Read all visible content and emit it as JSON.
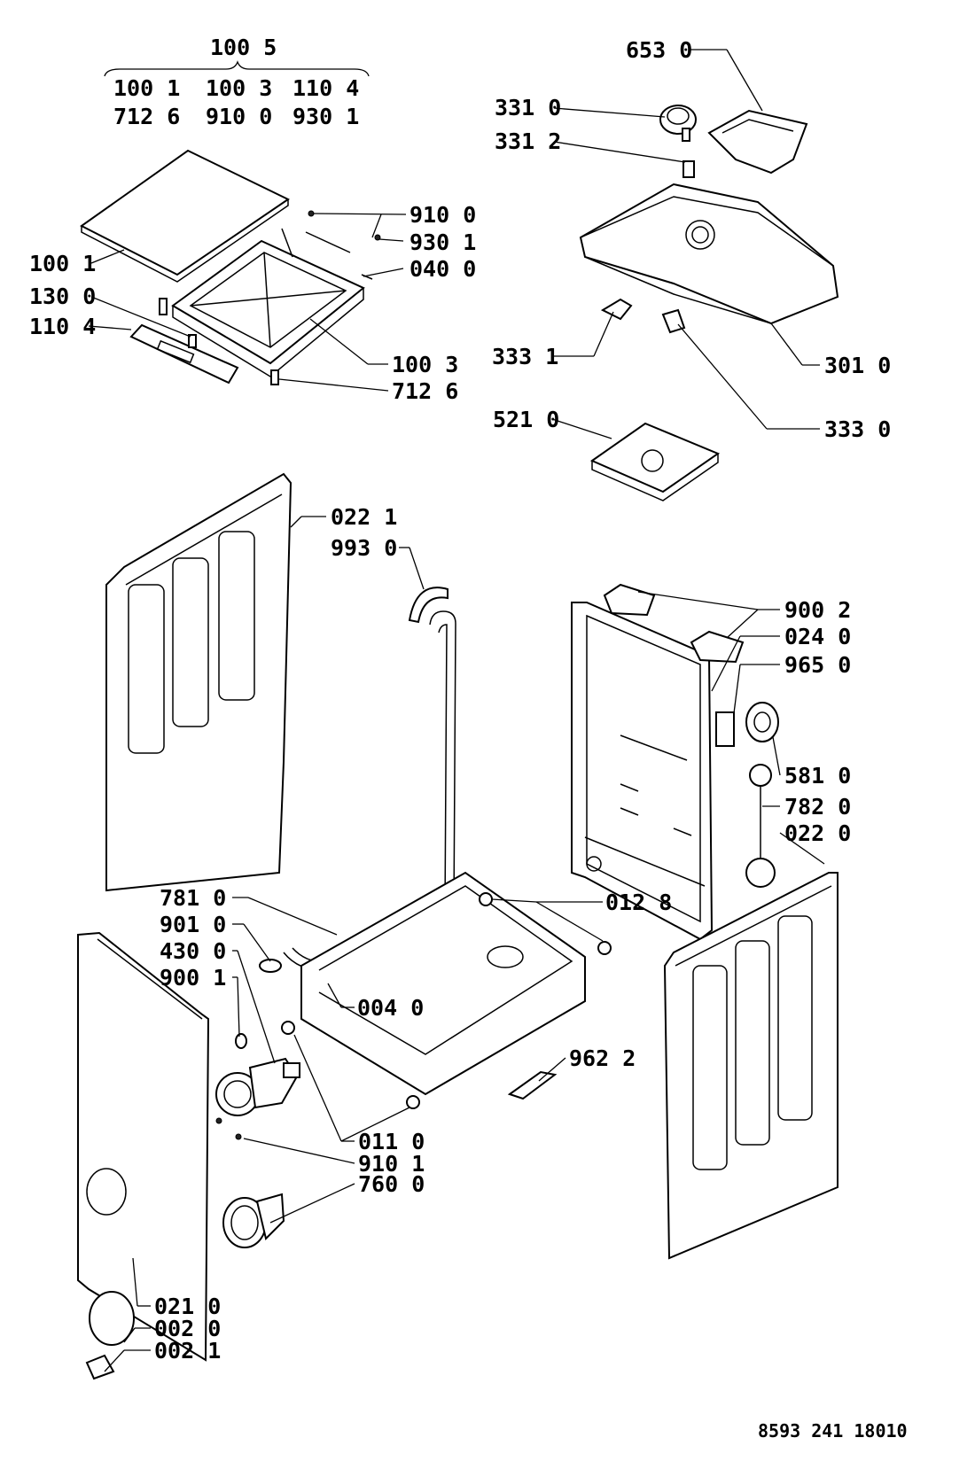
{
  "header": {
    "assembly": "100 5",
    "row1": [
      "100 1",
      "100 3",
      "110 4"
    ],
    "row2": [
      "712 6",
      "910 0",
      "930 1"
    ]
  },
  "labels": {
    "l6530": "653 0",
    "l3310": "331 0",
    "l3312": "331 2",
    "l9100": "910 0",
    "l9301": "930 1",
    "l0400": "040 0",
    "l1001": "100 1",
    "l1300": "130 0",
    "l1104": "110 4",
    "l1003": "100 3",
    "l7126": "712 6",
    "l3331": "333 1",
    "l3010": "301 0",
    "l3330": "333 0",
    "l5210": "521 0",
    "l0221": "022 1",
    "l9930": "993 0",
    "l9002": "900 2",
    "l0240": "024 0",
    "l9650": "965 0",
    "l5810": "581 0",
    "l7820": "782 0",
    "l0220": "022 0",
    "l7810": "781 0",
    "l9010": "901 0",
    "l4300": "430 0",
    "l9001": "900 1",
    "l0128": "012 8",
    "l0040": "004 0",
    "l9622": "962 2",
    "l0110": "011 0",
    "l9101": "910 1",
    "l7600": "760 0",
    "l0210": "021 0",
    "l0020": "002 0",
    "l0021": "002 1"
  },
  "document_number": "8593 241 18010"
}
